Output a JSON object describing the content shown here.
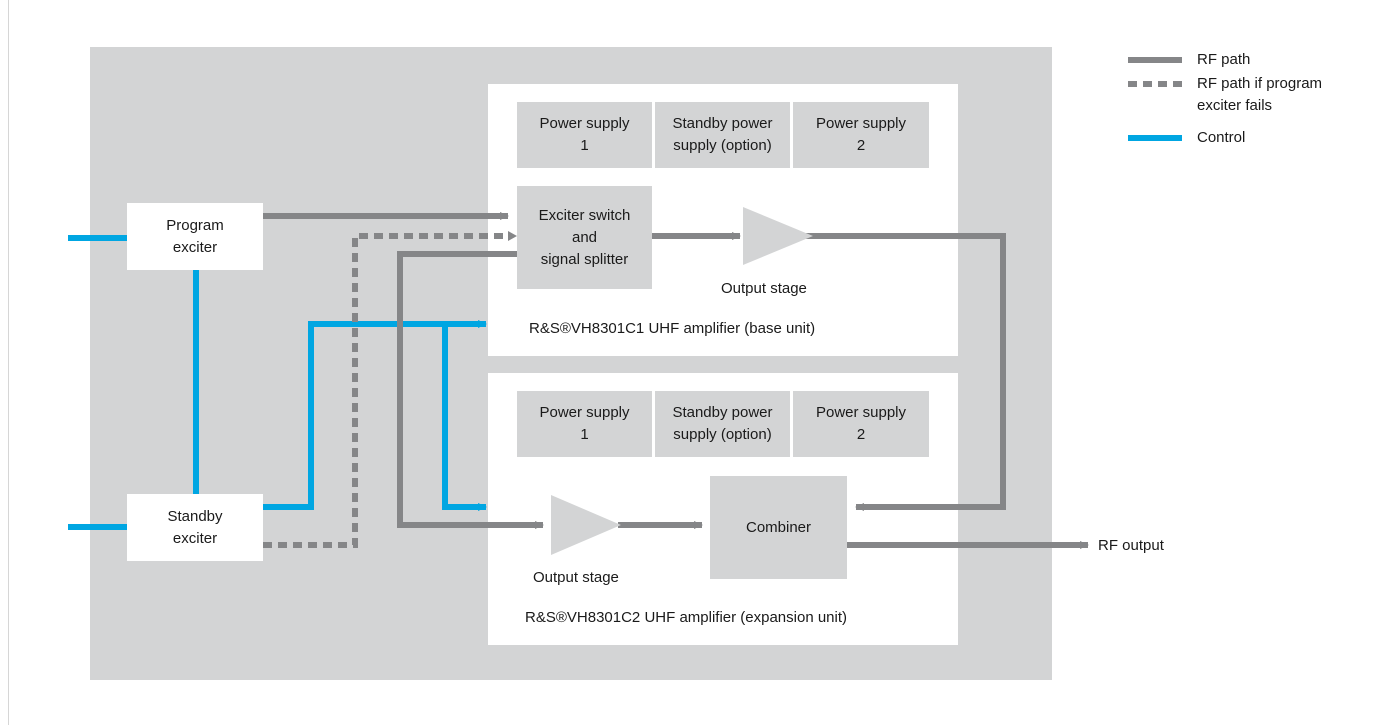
{
  "legend": {
    "rf_path": "RF path",
    "rf_path_failover": "RF path if program\nexciter fails",
    "control": "Control"
  },
  "colors": {
    "rf_path": "#858688",
    "control": "#00a6e2",
    "block": "#d3d4d5"
  },
  "exciters": {
    "program": "Program\nexciter",
    "standby": "Standby\nexciter"
  },
  "base_unit": {
    "title": "R&S®VH8301C1 UHF amplifier (base unit)",
    "ps1": "Power supply\n1",
    "standby_ps": "Standby power\nsupply (option)",
    "ps2": "Power supply\n2",
    "switch": "Exciter switch\nand\nsignal splitter",
    "output_stage": "Output stage"
  },
  "expansion_unit": {
    "title": "R&S®VH8301C2 UHF amplifier (expansion unit)",
    "ps1": "Power supply\n1",
    "standby_ps": "Standby power\nsupply (option)",
    "ps2": "Power supply\n2",
    "combiner": "Combiner",
    "output_stage": "Output stage"
  },
  "rf_output": "RF output"
}
